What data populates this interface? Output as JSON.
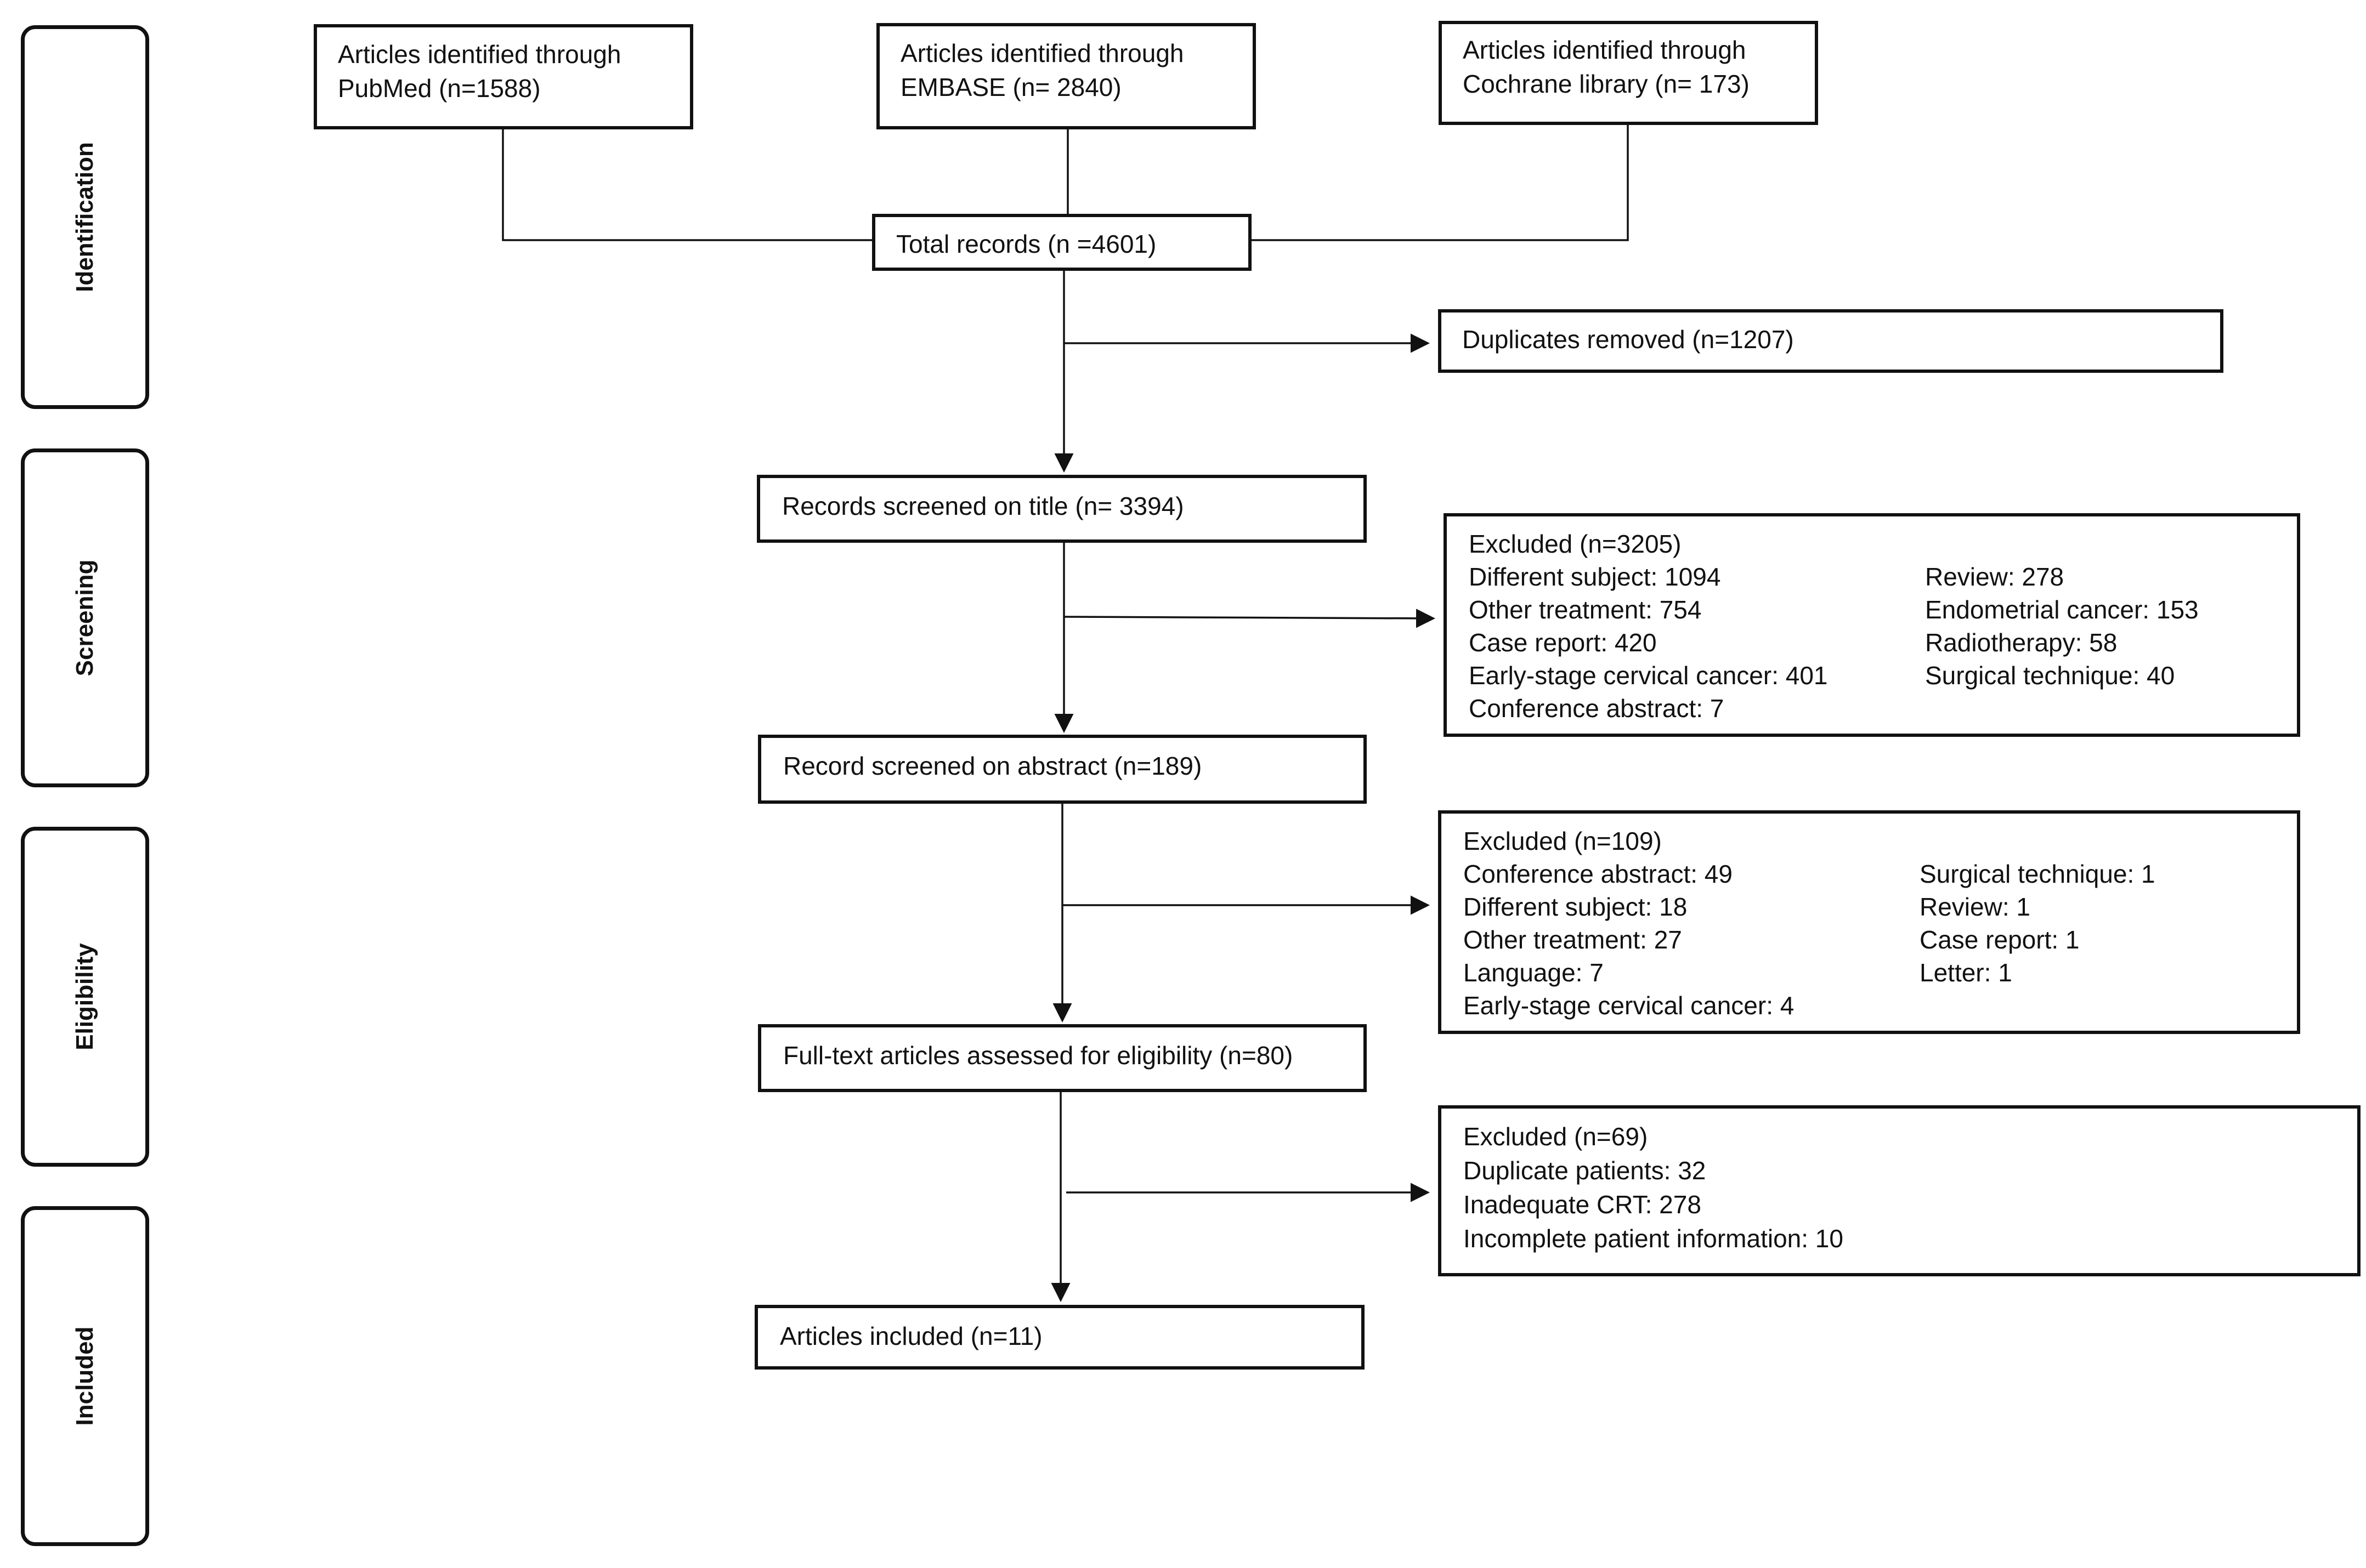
{
  "stages": [
    {
      "id": "identification",
      "label": "Identification"
    },
    {
      "id": "screening",
      "label": "Screening"
    },
    {
      "id": "eligibility",
      "label": "Eligibility"
    },
    {
      "id": "included",
      "label": "Included"
    }
  ],
  "sources": {
    "pubmed": [
      "Articles identified through",
      "PubMed (n=1588)"
    ],
    "embase": [
      "Articles identified through",
      "EMBASE (n= 2840)"
    ],
    "cochrane": [
      "Articles identified through",
      "Cochrane library (n= 173)"
    ]
  },
  "main_flow": {
    "total": "Total records (n =4601)",
    "title_screen": "Records screened on title (n= 3394)",
    "abstract_screen": "Record screened on abstract (n=189)",
    "fulltext": "Full-text articles assessed for eligibility (n=80)",
    "included": "Articles included  (n=11)"
  },
  "side_boxes": {
    "duplicates": "Duplicates removed (n=1207)",
    "excluded_title": {
      "heading": "Excluded (n=3205)",
      "left": [
        "Different subject: 1094",
        "Other treatment:  754",
        "Case report: 420",
        "Early-stage cervical cancer: 401",
        "Conference abstract: 7"
      ],
      "right": [
        "Review: 278",
        "Endometrial cancer: 153",
        "Radiotherapy: 58",
        "Surgical technique: 40"
      ]
    },
    "excluded_abstract": {
      "heading": "Excluded (n=109)",
      "left": [
        "Conference abstract: 49",
        "Different subject: 18",
        "Other treatment: 27",
        "Language: 7",
        "Early-stage cervical cancer: 4"
      ],
      "right": [
        "Surgical technique: 1",
        "Review: 1",
        "Case report: 1",
        "Letter: 1"
      ]
    },
    "excluded_fulltext": {
      "heading": "Excluded (n=69)",
      "items": [
        "Duplicate patients: 32",
        "Inadequate CRT: 278",
        "Incomplete patient information: 10"
      ]
    }
  }
}
